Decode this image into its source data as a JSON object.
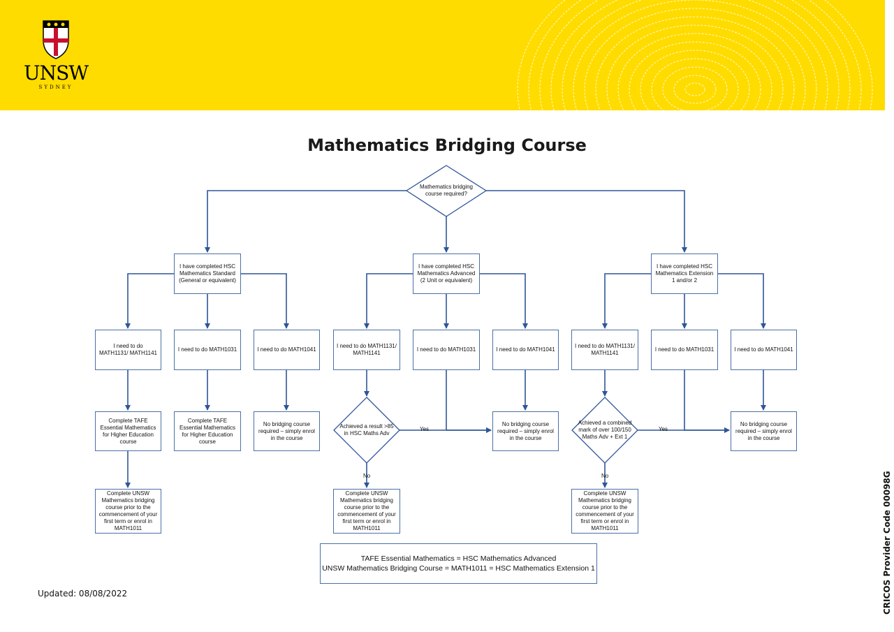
{
  "colors": {
    "banner": "#FFDC00",
    "connector": "#2F5597",
    "node_border": "#4a6fa5"
  },
  "logo": {
    "wordmark": "UNSW",
    "subtext": "SYDNEY"
  },
  "title": "Mathematics Bridging Course",
  "decision_root": "Mathematics bridging course required?",
  "columns": [
    {
      "track": "I have completed HSC Mathematics Standard (General or equivalent)",
      "options": [
        {
          "label": "I need to do MATH1131/ MATH1141",
          "next": "Complete TAFE Essential Mathematics for Higher Education course",
          "final": "Complete UNSW Mathematics bridging course prior to the commencement of your first term or enrol in MATH1011"
        },
        {
          "label": "I need to do MATH1031",
          "next": "Complete TAFE Essential Mathematics for Higher Education course"
        },
        {
          "label": "I need to do MATH1041",
          "next": "No bridging course required – simply enrol in the course"
        }
      ]
    },
    {
      "track": "I have completed HSC Mathematics Advanced (2 Unit or equivalent)",
      "options": [
        {
          "label": "I need to do MATH1131/ MATH1141",
          "decision": "Achieved a result >85 in HSC Maths Adv",
          "yes": "Yes",
          "no": "No",
          "final": "Complete UNSW Mathematics bridging course prior to the commencement of your first term or enrol in MATH1011"
        },
        {
          "label": "I need to do MATH1031"
        },
        {
          "label": "I need to do MATH1041",
          "next": "No bridging course required – simply enrol in the course"
        }
      ]
    },
    {
      "track": "I have completed HSC Mathematics Extension 1 and/or 2",
      "options": [
        {
          "label": "I need to do MATH1131/ MATH1141",
          "decision": "Achieved a combined mark of over 100/150 Maths Adv + Ext 1",
          "yes": "Yes",
          "no": "No",
          "final": "Complete UNSW Mathematics bridging course prior to the commencement of your first term or enrol in MATH1011"
        },
        {
          "label": "I need to do MATH1031"
        },
        {
          "label": "I need to do MATH1041",
          "next": "No bridging course required – simply enrol in the course"
        }
      ]
    }
  ],
  "legend": {
    "line1": "TAFE Essential Mathematics = HSC Mathematics Advanced",
    "line2": "UNSW Mathematics Bridging Course = MATH1011 = HSC Mathematics Extension 1"
  },
  "footer": {
    "updated": "Updated: 08/08/2022",
    "cricos": "CRICOS Provider Code 00098G"
  }
}
